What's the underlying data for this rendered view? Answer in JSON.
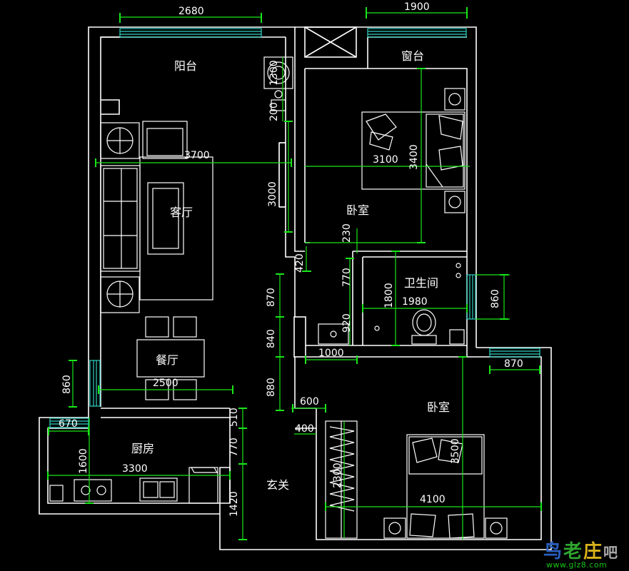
{
  "rooms": {
    "balcony": "阳台",
    "window_platform": "窗台",
    "bedroom_north": "卧室",
    "living_room": "客厅",
    "bathroom": "卫生间",
    "dining_room": "餐厅",
    "bedroom_south": "卧室",
    "kitchen": "厨房",
    "entrance": "玄关"
  },
  "dimensions": {
    "balcony_width": "2680",
    "north_window_width": "1900",
    "washer": "1300",
    "wall_200": "200",
    "living_width": "3700",
    "bed_north_width": "3100",
    "bed_north_length": "3400",
    "tv_wall": "3000",
    "wall_230": "230",
    "wall_420": "420",
    "wall_770_bath": "770",
    "bath_length": "1800",
    "bath_width": "1980",
    "bath_window": "860",
    "wall_870_left": "870",
    "wall_920": "920",
    "wall_840": "840",
    "shower_width": "1000",
    "south_window": "870",
    "dining_window": "860",
    "dining_width": "2500",
    "wall_880": "880",
    "closet_width": "600",
    "kitchen_window": "670",
    "wall_510": "510",
    "wall_400": "400",
    "bed_south_length": "3500",
    "kitchen_depth": "1600",
    "kitchen_width": "3300",
    "wall_770_entry": "770",
    "closet_length": "2300",
    "bed_south_width": "4100",
    "entrance_depth": "1420"
  },
  "watermark": {
    "chars": [
      "鸟",
      "老",
      "庄",
      "吧"
    ],
    "url": "www.glz8.com"
  },
  "colors": {
    "background": "#000000",
    "walls": "#ffffff",
    "dimension_lines": "#19e619",
    "windows": "#2fd0c0"
  }
}
